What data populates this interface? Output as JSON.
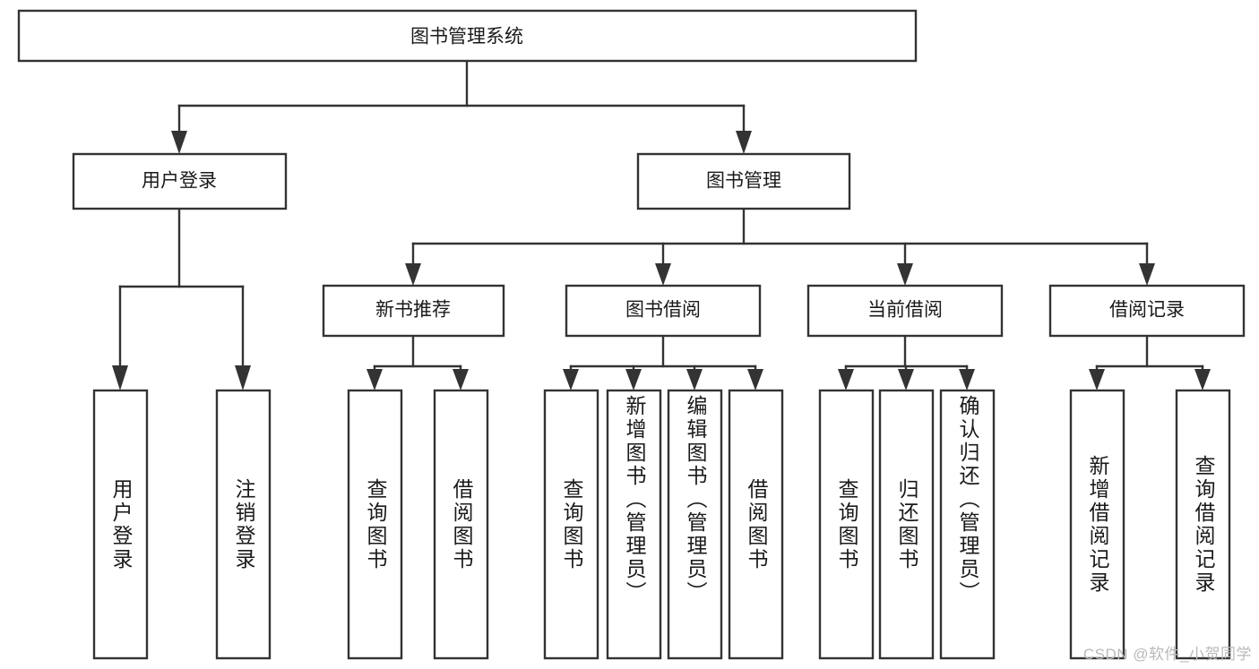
{
  "diagram": {
    "title": "图书管理系统",
    "type": "tree-hierarchy",
    "root": {
      "label": "图书管理系统"
    },
    "level1": [
      {
        "label": "用户登录"
      },
      {
        "label": "图书管理"
      }
    ],
    "level2": [
      {
        "label": "新书推荐"
      },
      {
        "label": "图书借阅"
      },
      {
        "label": "当前借阅"
      },
      {
        "label": "借阅记录"
      }
    ],
    "leaves": {
      "user_login": [
        {
          "label": "用户登录"
        },
        {
          "label": "注销登录"
        }
      ],
      "new_book_recommend": [
        {
          "label": "查询图书"
        },
        {
          "label": "借阅图书"
        }
      ],
      "book_borrow": [
        {
          "label": "查询图书"
        },
        {
          "label": "新增图书（管理员）"
        },
        {
          "label": "编辑图书（管理员）"
        },
        {
          "label": "借阅图书"
        }
      ],
      "current_borrow": [
        {
          "label": "查询图书"
        },
        {
          "label": "归还图书"
        },
        {
          "label": "确认归还（管理员）"
        }
      ],
      "borrow_record": [
        {
          "label": "新增借阅记录"
        },
        {
          "label": "查询借阅记录"
        }
      ]
    }
  },
  "watermark": {
    "text": "CSDN @软件_小贺同学"
  },
  "colors": {
    "stroke": "#333333",
    "fill": "#ffffff",
    "text": "#1a1a1a",
    "watermark": "#b9b9b9"
  }
}
